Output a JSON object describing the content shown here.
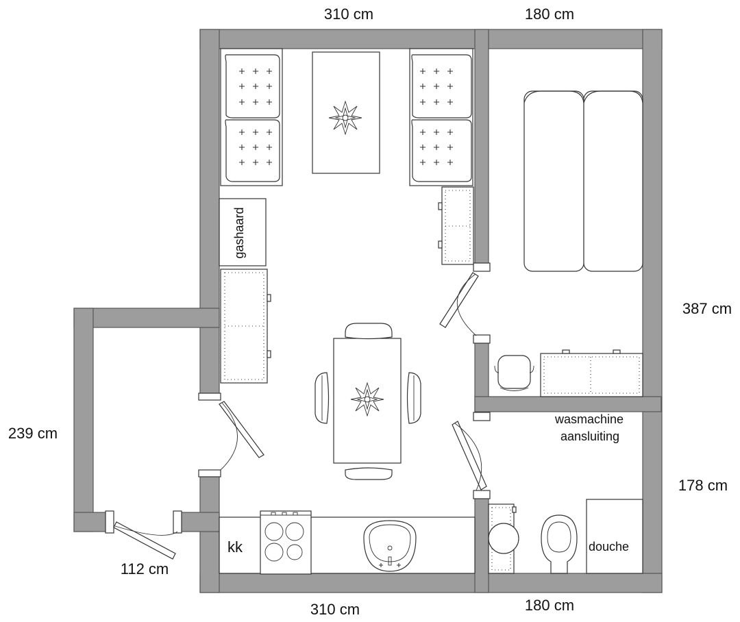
{
  "dimensions": {
    "top_left": "310 cm",
    "top_right": "180 cm",
    "right_upper": "387 cm",
    "left_middle": "239 cm",
    "right_lower": "178 cm",
    "bottom_left_door": "112 cm",
    "bottom_left": "310 cm",
    "bottom_right": "180 cm"
  },
  "labels": {
    "gas_stove": "gashaard",
    "washing_machine_line1": "wasmachine",
    "washing_machine_line2": "aansluiting",
    "kitchen": "kk",
    "shower": "douche"
  },
  "colors": {
    "wall_fill": "#9d9d9d",
    "line": "#333333",
    "background": "#ffffff"
  }
}
